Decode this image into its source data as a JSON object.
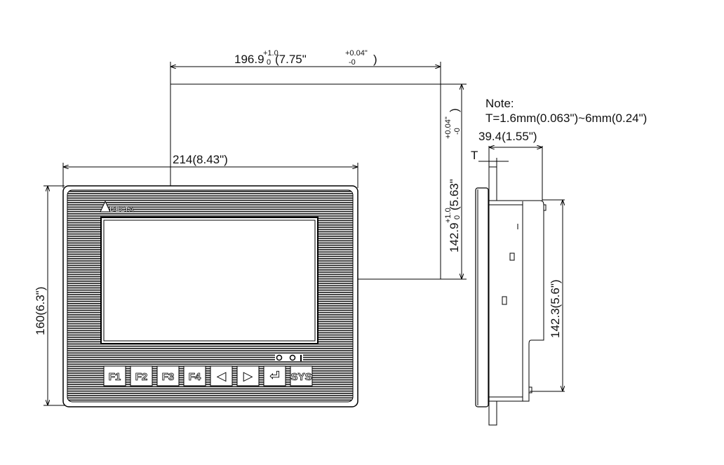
{
  "dimensions": {
    "cutout_width": {
      "value": "196.9",
      "tol_upper": "+1.0",
      "tol_lower": "0",
      "inch": "(7.75\"",
      "inch_tol_upper": "+0.04\"",
      "inch_tol_lower": "-0",
      "close": ")"
    },
    "cutout_height": {
      "value": "142.9",
      "tol_upper": "+1.0",
      "tol_lower": "0",
      "inch": "(5.63\"",
      "inch_tol_upper": "+0.04\"",
      "inch_tol_lower": "-0",
      "close": ")"
    },
    "panel_width": "214(8.43\")",
    "panel_height": "160(6.3\")",
    "depth": "39.4(1.55\")",
    "body_height": "142.3(5.6\")",
    "thickness_label": "T"
  },
  "note": {
    "title": "Note:",
    "text": "T=1.6mm(0.063\")~6mm(0.24\")"
  },
  "panel": {
    "brand": "DELTA",
    "keys": [
      "F1",
      "F2",
      "F3",
      "F4",
      "◁",
      "▷",
      "⏎",
      "SYS"
    ]
  }
}
